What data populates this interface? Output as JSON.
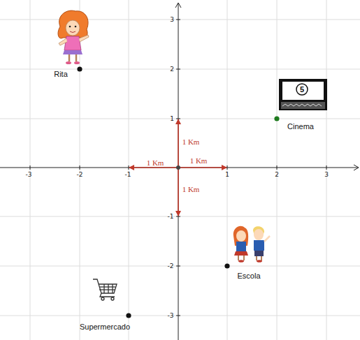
{
  "diagram": {
    "labels": [
      "3",
      "2",
      "1",
      "-1",
      "-2",
      "-3",
      "-3",
      "-2",
      "-1",
      "1",
      "2",
      "3",
      "Rita",
      "Cinema",
      "1 Km",
      "1 Km",
      "1 Km",
      "1 Km",
      "Escola",
      "Supermercado",
      "5"
    ]
  }
}
